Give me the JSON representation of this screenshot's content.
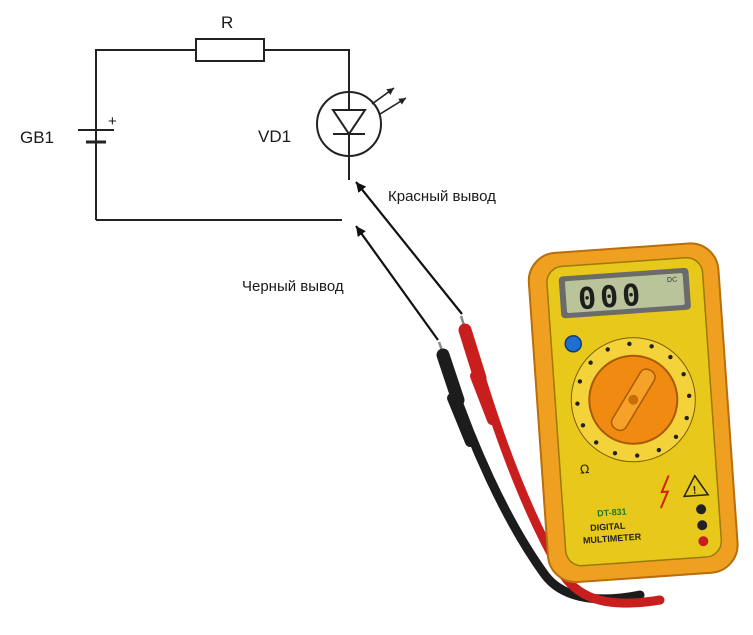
{
  "circuit": {
    "resistor_label": "R",
    "battery_label": "GB1",
    "battery_plus": "+",
    "led_label": "VD1"
  },
  "probes": {
    "red_label": "Красный вывод",
    "black_label": "Черный вывод"
  },
  "multimeter": {
    "display_value": "000",
    "display_unit": "DC",
    "model": "DT-831",
    "name_line1": "DIGITAL",
    "name_line2": "MULTIMETER",
    "ohm_symbol": "Ω",
    "body_color": "#f0a020",
    "panel_color": "#e8c81a",
    "lcd_color": "#b9c49a"
  },
  "colors": {
    "red_lead": "#c81e1e",
    "black_lead": "#1c1c1c"
  }
}
